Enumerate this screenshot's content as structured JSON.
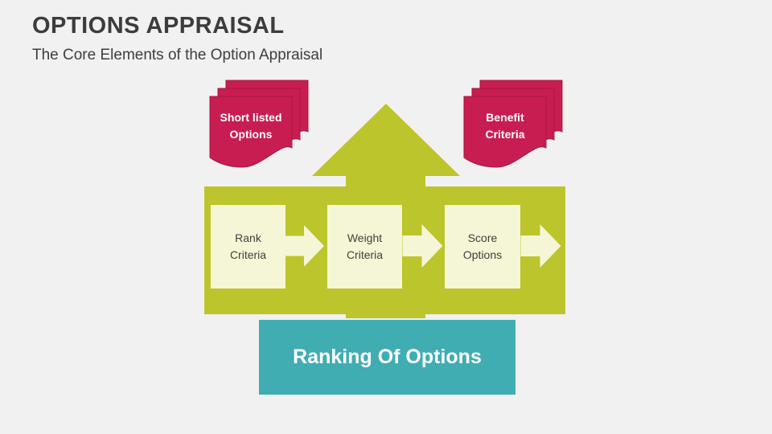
{
  "header": {
    "title": "OPTIONS APPRAISAL",
    "subtitle": "The Core Elements of the Option Appraisal"
  },
  "diagram": {
    "inputs": [
      {
        "label": "Short listed Options"
      },
      {
        "label": "Benefit Criteria"
      }
    ],
    "steps": [
      {
        "label": "Rank Criteria"
      },
      {
        "label": "Weight Criteria"
      },
      {
        "label": "Score Options"
      }
    ],
    "result": {
      "label": "Ranking Of Options"
    },
    "icons": [
      {
        "name": "stacked-flags-icon"
      },
      {
        "name": "up-arrow-icon"
      },
      {
        "name": "right-arrow-icon"
      }
    ],
    "colors": {
      "background": "#F1F1F2",
      "green": "#BCC52B",
      "crimson": "#C81D51",
      "crimson_edge": "#A8163F",
      "teal": "#40ADB3",
      "cream": "#F5F6D6",
      "text_dark": "#3F4040",
      "title_text": "#3C3C3C",
      "label_white": "#FFFFFF"
    }
  }
}
